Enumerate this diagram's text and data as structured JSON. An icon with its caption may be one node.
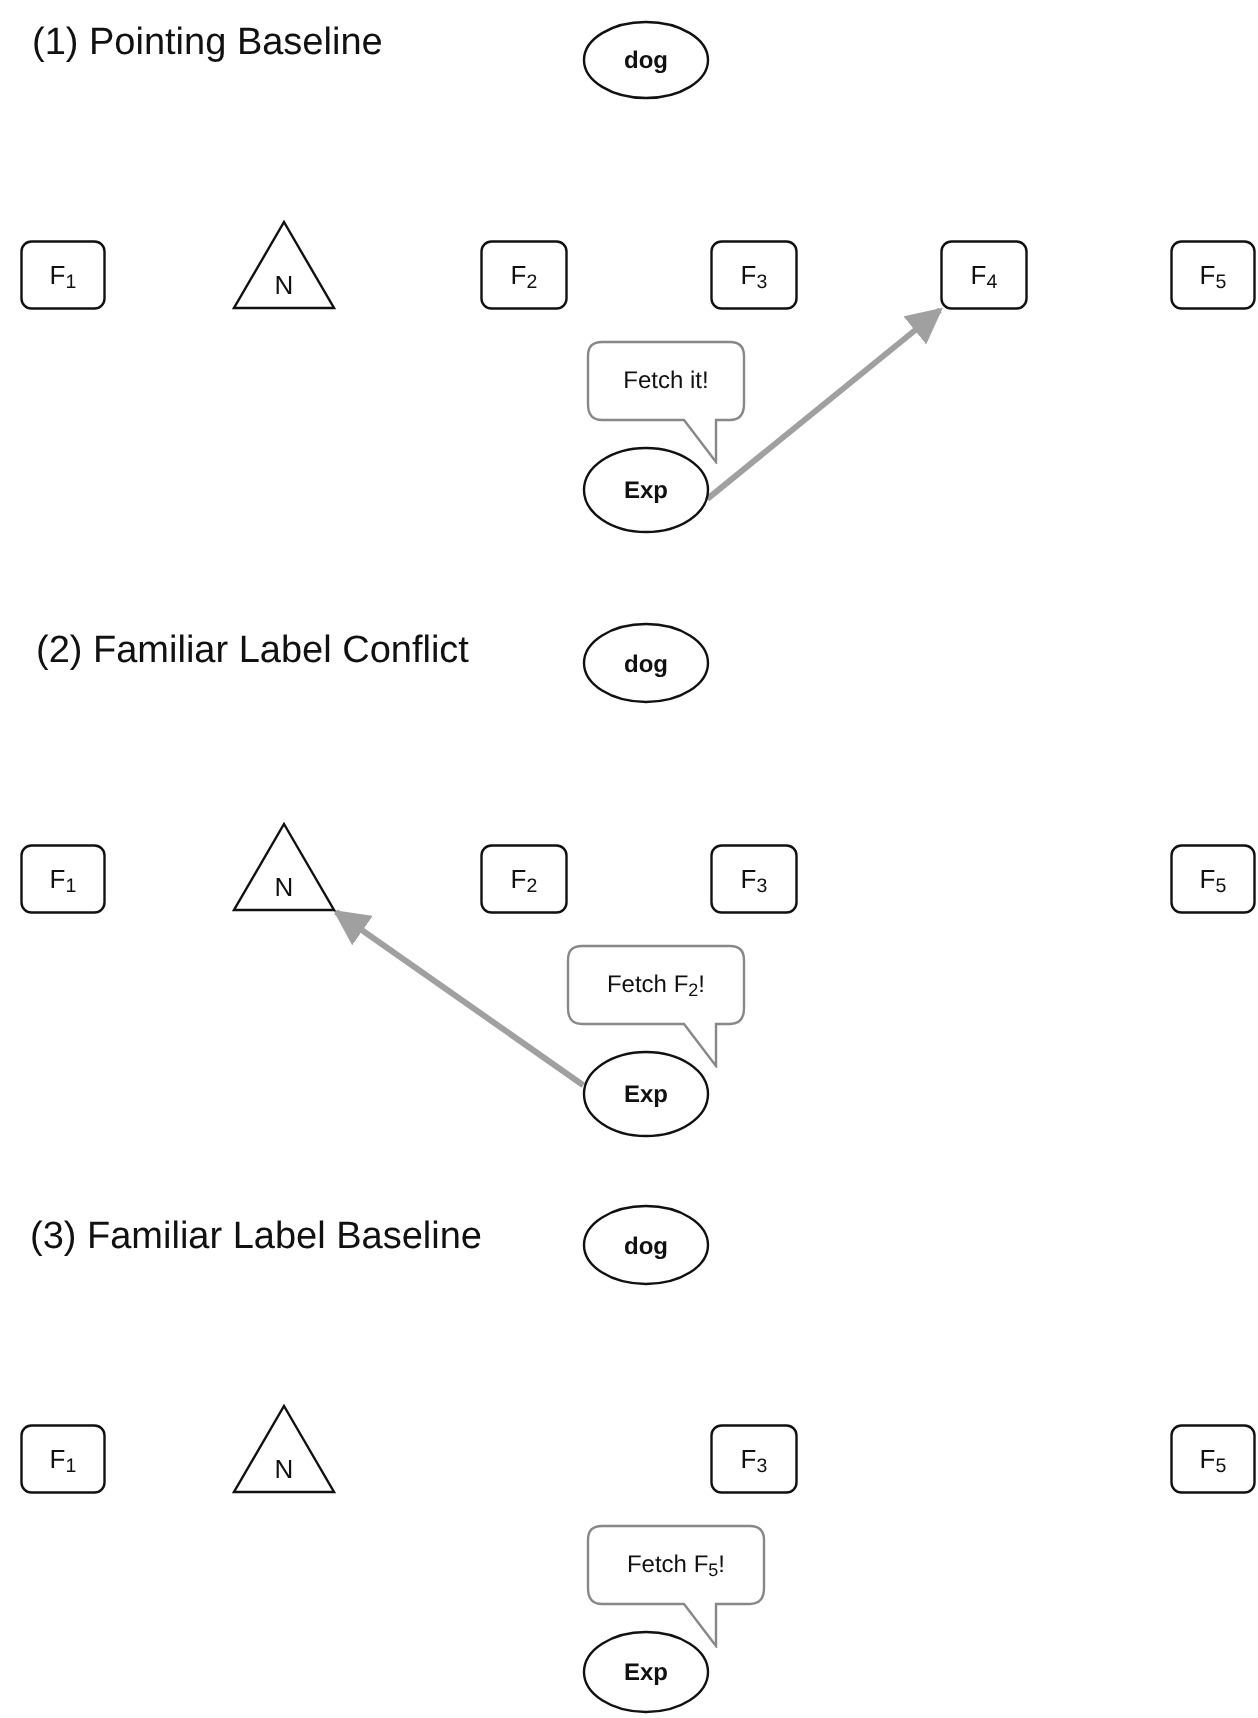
{
  "diagram": {
    "nodes": [
      {
        "text": [
          "dog"
        ]
      },
      {
        "text": [
          "F$_{1}$"
        ]
      },
      {
        "text": [
          "N"
        ]
      },
      {
        "text": [
          "F$_{2}$"
        ]
      },
      {
        "text": [
          "F$_{3}$"
        ]
      },
      {
        "text": [
          "F$_{4}$"
        ]
      },
      {
        "text": [
          "F$_{5}$"
        ]
      },
      {
        "text": [
          "Fetch it!"
        ]
      },
      {
        "text": [
          "Exp"
        ]
      },
      {
        "text": [
          "dog"
        ]
      },
      {
        "text": [
          "F$_{1}$"
        ]
      },
      {
        "text": [
          "N"
        ]
      },
      {
        "text": [
          "F$_{2}$"
        ]
      },
      {
        "text": [
          "F$_{3}$"
        ]
      },
      {
        "text": [
          "F$_{5}$"
        ]
      },
      {
        "text": [
          "Fetch F$_{2}$!"
        ]
      },
      {
        "text": [
          "Exp"
        ]
      },
      {
        "text": [
          "dog"
        ]
      },
      {
        "text": [
          "F$_{1}$"
        ]
      },
      {
        "text": [
          "N"
        ]
      },
      {
        "text": [
          "F$_{3}$"
        ]
      },
      {
        "text": [
          "F$_{5}$"
        ]
      },
      {
        "text": [
          "Fetch F$_{5}$!"
        ]
      },
      {
        "text": [
          "Exp"
        ]
      }
    ],
    "edges": [
      {
        "from": 8,
        "to": 5,
        "arrow": "to"
      },
      {
        "from": 16,
        "to": 11,
        "arrow": "to"
      }
    ],
    "labels": [
      "(1) Pointing Baseline",
      "(2) Familiar Label Conflict",
      "(3) Familiar Label Baseline"
    ]
  }
}
